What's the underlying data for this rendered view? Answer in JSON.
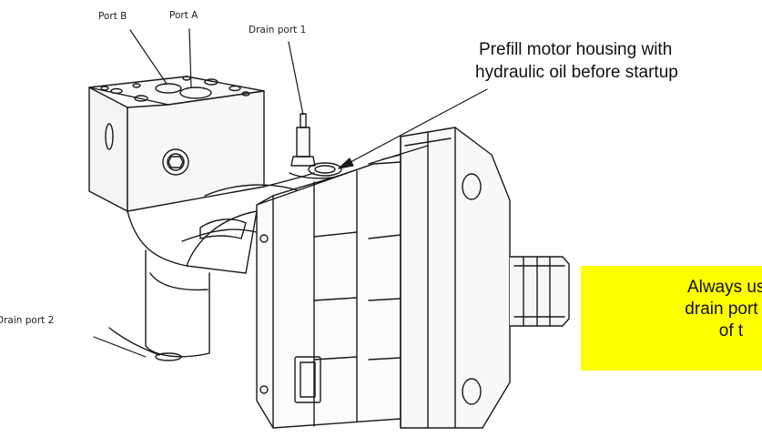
{
  "labels": {
    "port_b": "Port B",
    "port_a": "Port A",
    "drain_port_1": "Drain port 1",
    "drain_port_2": "Drain port 2"
  },
  "callout": {
    "line1": "Prefill motor housing with",
    "line2": "hydraulic oil before startup"
  },
  "note": {
    "line1": "Always use",
    "line2": "drain port fo",
    "line3": "of t"
  },
  "colors": {
    "note_background": "#ffff00",
    "outline": "#1a1a1a"
  }
}
